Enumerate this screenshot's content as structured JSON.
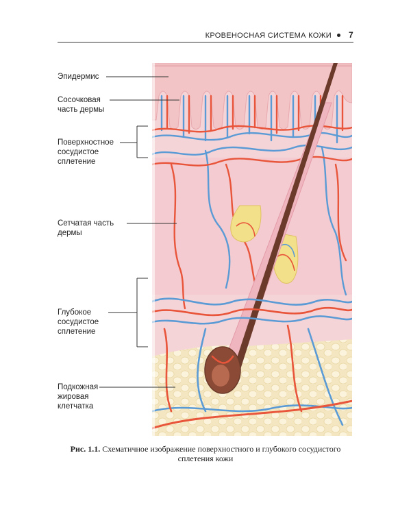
{
  "header": {
    "running_title": "КРОВЕНОСНАЯ СИСТЕМА КОЖИ",
    "page_number": "7"
  },
  "labels": {
    "epidermis": "Эпидермис",
    "papillary": "Сосочковая\nчасть дермы",
    "superficial_plexus": "Поверхностное\nсосудистое\nсплетение",
    "reticular": "Сетчатая часть\nдермы",
    "deep_plexus": "Глубокое\nсосудистое\nсплетение",
    "subcutaneous": "Подкожная\nжировая\nклетчатка"
  },
  "caption": {
    "prefix": "Рис. 1.1.",
    "text": "Схематичное изображение поверхностного и глубокого сосудистого сплетения кожи"
  },
  "colors": {
    "epidermis": "#f2c4c6",
    "dermis": "#f5d4d8",
    "fat": "#f4e6c0",
    "artery": "#e8553a",
    "vein": "#5b9bd5",
    "hair": "#6b3a2a"
  }
}
